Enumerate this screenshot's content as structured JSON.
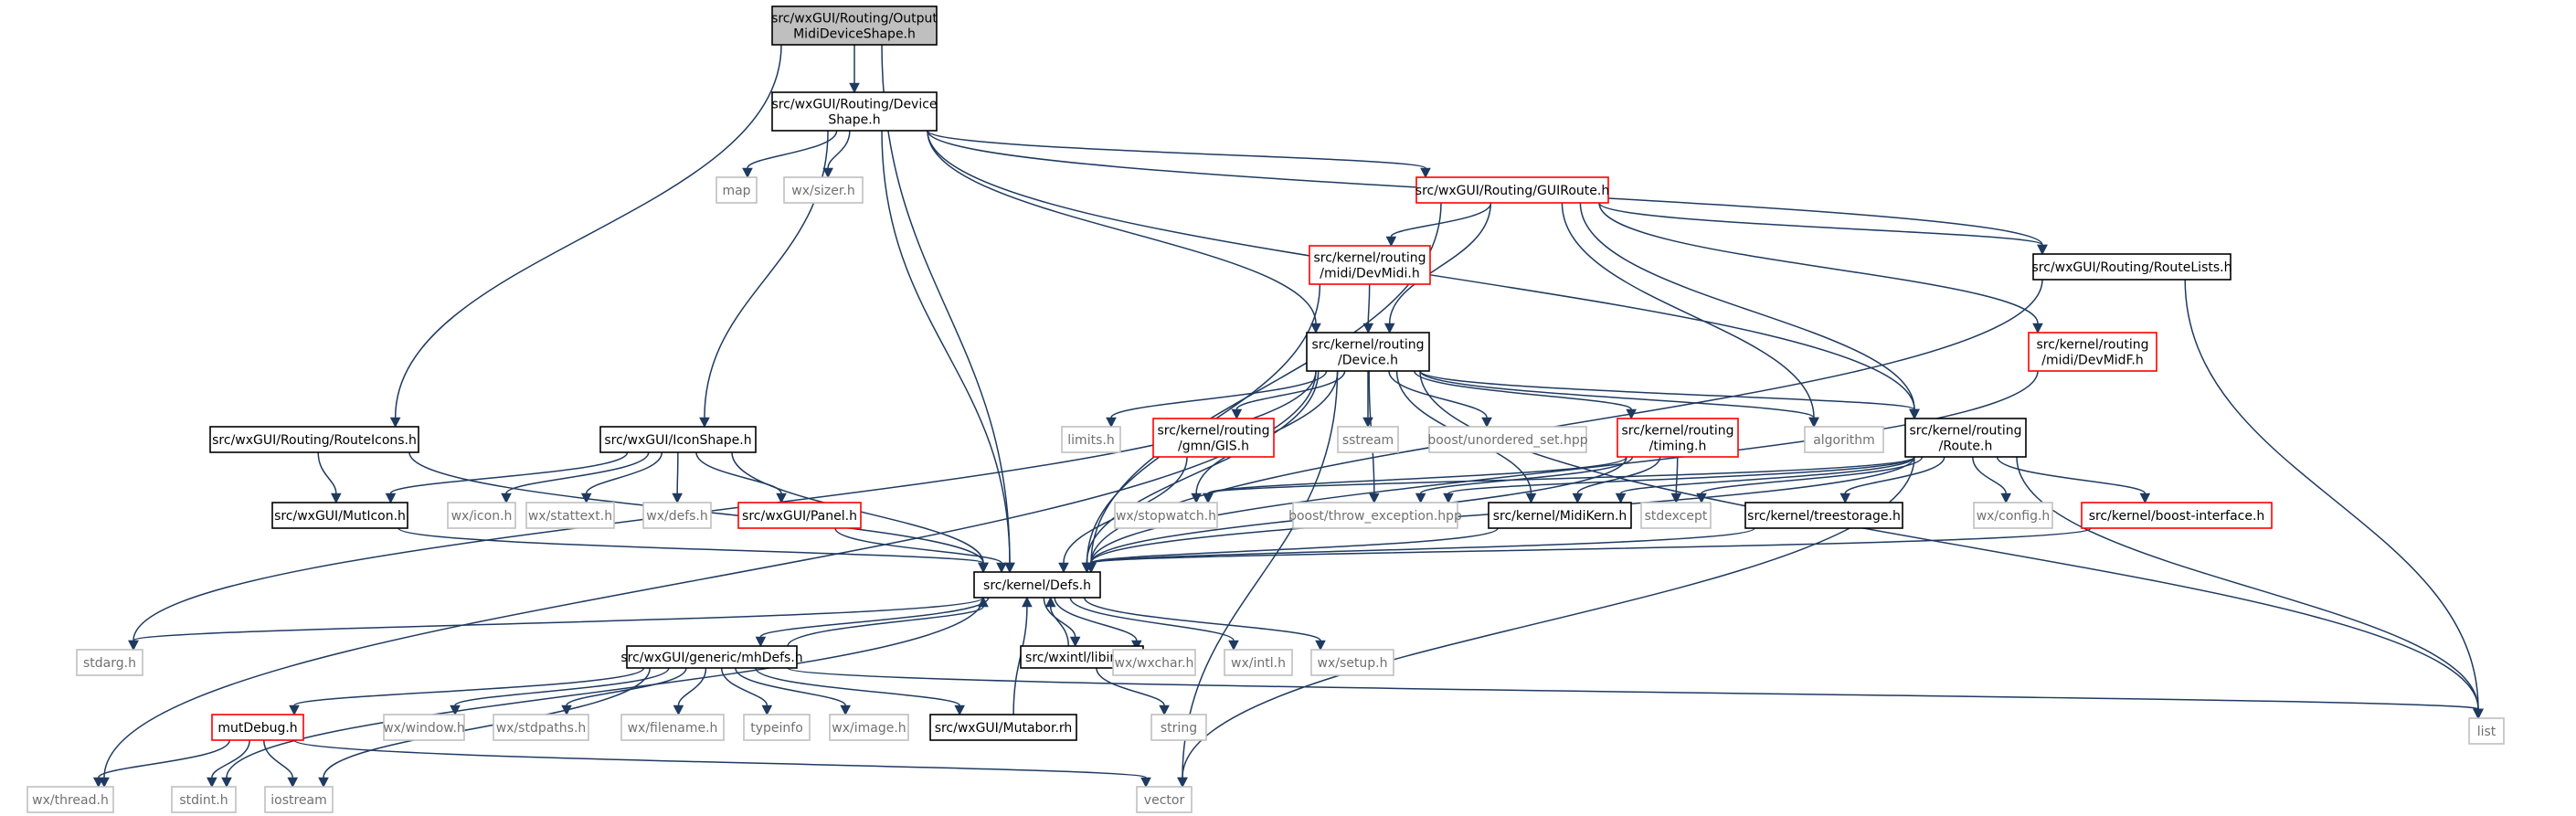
{
  "colors": {
    "edge": "#1f3a60",
    "current_fill": "#bfbfbf",
    "internal_border": "#000000",
    "incomplete_border": "#ff0000",
    "external_border": "#bfbfbf"
  },
  "nodes": [
    {
      "id": "outmidi",
      "lines": [
        "src/wxGUI/Routing/Output",
        "MidiDeviceShape.h"
      ],
      "kind": "current"
    },
    {
      "id": "devshape",
      "lines": [
        "src/wxGUI/Routing/Device",
        "Shape.h"
      ],
      "kind": "internal"
    },
    {
      "id": "map",
      "lines": [
        "map"
      ],
      "kind": "external"
    },
    {
      "id": "wxsizer",
      "lines": [
        "wx/sizer.h"
      ],
      "kind": "external"
    },
    {
      "id": "guiroute",
      "lines": [
        "src/wxGUI/Routing/GUIRoute.h"
      ],
      "kind": "incomplete"
    },
    {
      "id": "devmidi",
      "lines": [
        "src/kernel/routing",
        "/midi/DevMidi.h"
      ],
      "kind": "incomplete"
    },
    {
      "id": "routelists",
      "lines": [
        "src/wxGUI/Routing/RouteLists.h"
      ],
      "kind": "internal"
    },
    {
      "id": "devmidf",
      "lines": [
        "src/kernel/routing",
        "/midi/DevMidF.h"
      ],
      "kind": "incomplete"
    },
    {
      "id": "device",
      "lines": [
        "src/kernel/routing",
        "/Device.h"
      ],
      "kind": "internal"
    },
    {
      "id": "routeicons",
      "lines": [
        "src/wxGUI/Routing/RouteIcons.h"
      ],
      "kind": "internal"
    },
    {
      "id": "iconshape",
      "lines": [
        "src/wxGUI/IconShape.h"
      ],
      "kind": "internal"
    },
    {
      "id": "limits",
      "lines": [
        "limits.h"
      ],
      "kind": "external"
    },
    {
      "id": "gis",
      "lines": [
        "src/kernel/routing",
        "/gmn/GIS.h"
      ],
      "kind": "incomplete"
    },
    {
      "id": "sstream",
      "lines": [
        "sstream"
      ],
      "kind": "external"
    },
    {
      "id": "unordered",
      "lines": [
        "boost/unordered_set.hpp"
      ],
      "kind": "external"
    },
    {
      "id": "timing",
      "lines": [
        "src/kernel/routing",
        "/timing.h"
      ],
      "kind": "incomplete"
    },
    {
      "id": "algorithm",
      "lines": [
        "algorithm"
      ],
      "kind": "external"
    },
    {
      "id": "route",
      "lines": [
        "src/kernel/routing",
        "/Route.h"
      ],
      "kind": "internal"
    },
    {
      "id": "muticon",
      "lines": [
        "src/wxGUI/MutIcon.h"
      ],
      "kind": "internal"
    },
    {
      "id": "wxicon",
      "lines": [
        "wx/icon.h"
      ],
      "kind": "external"
    },
    {
      "id": "wxstattext",
      "lines": [
        "wx/stattext.h"
      ],
      "kind": "external"
    },
    {
      "id": "wxdefs",
      "lines": [
        "wx/defs.h"
      ],
      "kind": "external"
    },
    {
      "id": "panel",
      "lines": [
        "src/wxGUI/Panel.h"
      ],
      "kind": "incomplete"
    },
    {
      "id": "stopwatch",
      "lines": [
        "wx/stopwatch.h"
      ],
      "kind": "external"
    },
    {
      "id": "throwexc",
      "lines": [
        "boost/throw_exception.hpp"
      ],
      "kind": "external"
    },
    {
      "id": "midikern",
      "lines": [
        "src/kernel/MidiKern.h"
      ],
      "kind": "internal"
    },
    {
      "id": "stdexcept",
      "lines": [
        "stdexcept"
      ],
      "kind": "external"
    },
    {
      "id": "treestorage",
      "lines": [
        "src/kernel/treestorage.h"
      ],
      "kind": "internal"
    },
    {
      "id": "wxconfig",
      "lines": [
        "wx/config.h"
      ],
      "kind": "external"
    },
    {
      "id": "boostif",
      "lines": [
        "src/kernel/boost-interface.h"
      ],
      "kind": "incomplete"
    },
    {
      "id": "defs",
      "lines": [
        "src/kernel/Defs.h"
      ],
      "kind": "internal"
    },
    {
      "id": "stdarg",
      "lines": [
        "stdarg.h"
      ],
      "kind": "external"
    },
    {
      "id": "mhdefs",
      "lines": [
        "src/wxGUI/generic/mhDefs.h"
      ],
      "kind": "internal"
    },
    {
      "id": "libintl",
      "lines": [
        "src/wxintl/libintl.h"
      ],
      "kind": "internal"
    },
    {
      "id": "wxchar",
      "lines": [
        "wx/wxchar.h"
      ],
      "kind": "external"
    },
    {
      "id": "wxintl",
      "lines": [
        "wx/intl.h"
      ],
      "kind": "external"
    },
    {
      "id": "wxsetup",
      "lines": [
        "wx/setup.h"
      ],
      "kind": "external"
    },
    {
      "id": "list",
      "lines": [
        "list"
      ],
      "kind": "external"
    },
    {
      "id": "mutdebug",
      "lines": [
        "mutDebug.h"
      ],
      "kind": "incomplete"
    },
    {
      "id": "wxwindow",
      "lines": [
        "wx/window.h"
      ],
      "kind": "external"
    },
    {
      "id": "wxstdpaths",
      "lines": [
        "wx/stdpaths.h"
      ],
      "kind": "external"
    },
    {
      "id": "wxfilename",
      "lines": [
        "wx/filename.h"
      ],
      "kind": "external"
    },
    {
      "id": "typeinfo",
      "lines": [
        "typeinfo"
      ],
      "kind": "external"
    },
    {
      "id": "wximage",
      "lines": [
        "wx/image.h"
      ],
      "kind": "external"
    },
    {
      "id": "mutabor",
      "lines": [
        "src/wxGUI/Mutabor.rh"
      ],
      "kind": "internal"
    },
    {
      "id": "string",
      "lines": [
        "string"
      ],
      "kind": "external"
    },
    {
      "id": "wxthread",
      "lines": [
        "wx/thread.h"
      ],
      "kind": "external"
    },
    {
      "id": "stdint",
      "lines": [
        "stdint.h"
      ],
      "kind": "external"
    },
    {
      "id": "iostream",
      "lines": [
        "iostream"
      ],
      "kind": "external"
    },
    {
      "id": "vector",
      "lines": [
        "vector"
      ],
      "kind": "external"
    }
  ],
  "edges": [
    [
      "outmidi",
      "devshape"
    ],
    [
      "outmidi",
      "routeicons"
    ],
    [
      "outmidi",
      "defs"
    ],
    [
      "devshape",
      "map"
    ],
    [
      "devshape",
      "wxsizer"
    ],
    [
      "devshape",
      "guiroute"
    ],
    [
      "devshape",
      "device"
    ],
    [
      "devshape",
      "iconshape"
    ],
    [
      "devshape",
      "routelists"
    ],
    [
      "devshape",
      "route"
    ],
    [
      "devshape",
      "defs"
    ],
    [
      "guiroute",
      "devmidi"
    ],
    [
      "guiroute",
      "device"
    ],
    [
      "guiroute",
      "routelists"
    ],
    [
      "guiroute",
      "devmidf"
    ],
    [
      "guiroute",
      "algorithm"
    ],
    [
      "guiroute",
      "route"
    ],
    [
      "guiroute",
      "defs"
    ],
    [
      "devmidi",
      "device"
    ],
    [
      "devmidi",
      "defs"
    ],
    [
      "routelists",
      "defs"
    ],
    [
      "routelists",
      "list"
    ],
    [
      "devmidf",
      "defs"
    ],
    [
      "device",
      "limits"
    ],
    [
      "device",
      "gis"
    ],
    [
      "device",
      "sstream"
    ],
    [
      "device",
      "unordered"
    ],
    [
      "device",
      "timing"
    ],
    [
      "device",
      "algorithm"
    ],
    [
      "device",
      "route"
    ],
    [
      "device",
      "stopwatch"
    ],
    [
      "device",
      "throwexc"
    ],
    [
      "device",
      "midikern"
    ],
    [
      "device",
      "defs"
    ],
    [
      "device",
      "stdarg"
    ],
    [
      "device",
      "wxthread"
    ],
    [
      "device",
      "vector"
    ],
    [
      "device",
      "list"
    ],
    [
      "routeicons",
      "muticon"
    ],
    [
      "routeicons",
      "defs"
    ],
    [
      "iconshape",
      "muticon"
    ],
    [
      "iconshape",
      "wxicon"
    ],
    [
      "iconshape",
      "wxstattext"
    ],
    [
      "iconshape",
      "wxdefs"
    ],
    [
      "iconshape",
      "panel"
    ],
    [
      "iconshape",
      "defs"
    ],
    [
      "gis",
      "defs"
    ],
    [
      "timing",
      "stopwatch"
    ],
    [
      "timing",
      "throwexc"
    ],
    [
      "timing",
      "midikern"
    ],
    [
      "timing",
      "stdexcept"
    ],
    [
      "timing",
      "defs"
    ],
    [
      "route",
      "stopwatch"
    ],
    [
      "route",
      "throwexc"
    ],
    [
      "route",
      "midikern"
    ],
    [
      "route",
      "stdexcept"
    ],
    [
      "route",
      "treestorage"
    ],
    [
      "route",
      "wxconfig"
    ],
    [
      "route",
      "boostif"
    ],
    [
      "route",
      "defs"
    ],
    [
      "route",
      "list"
    ],
    [
      "route",
      "vector"
    ],
    [
      "muticon",
      "defs"
    ],
    [
      "panel",
      "defs"
    ],
    [
      "midikern",
      "defs"
    ],
    [
      "treestorage",
      "defs"
    ],
    [
      "boostif",
      "defs"
    ],
    [
      "defs",
      "stdarg"
    ],
    [
      "defs",
      "mhdefs"
    ],
    [
      "defs",
      "libintl"
    ],
    [
      "defs",
      "wxchar"
    ],
    [
      "defs",
      "wxintl"
    ],
    [
      "defs",
      "wxsetup"
    ],
    [
      "defs",
      "stdint"
    ],
    [
      "mhdefs",
      "defs"
    ],
    [
      "mhdefs",
      "mutdebug"
    ],
    [
      "mhdefs",
      "wxwindow"
    ],
    [
      "mhdefs",
      "wxstdpaths"
    ],
    [
      "mhdefs",
      "wxfilename"
    ],
    [
      "mhdefs",
      "typeinfo"
    ],
    [
      "mhdefs",
      "wximage"
    ],
    [
      "mhdefs",
      "mutabor"
    ],
    [
      "mhdefs",
      "iostream"
    ],
    [
      "mhdefs",
      "list"
    ],
    [
      "libintl",
      "defs"
    ],
    [
      "libintl",
      "string"
    ],
    [
      "mutabor",
      "defs"
    ],
    [
      "mutdebug",
      "wxthread"
    ],
    [
      "mutdebug",
      "stdint"
    ],
    [
      "mutdebug",
      "iostream"
    ],
    [
      "mutdebug",
      "vector"
    ]
  ]
}
